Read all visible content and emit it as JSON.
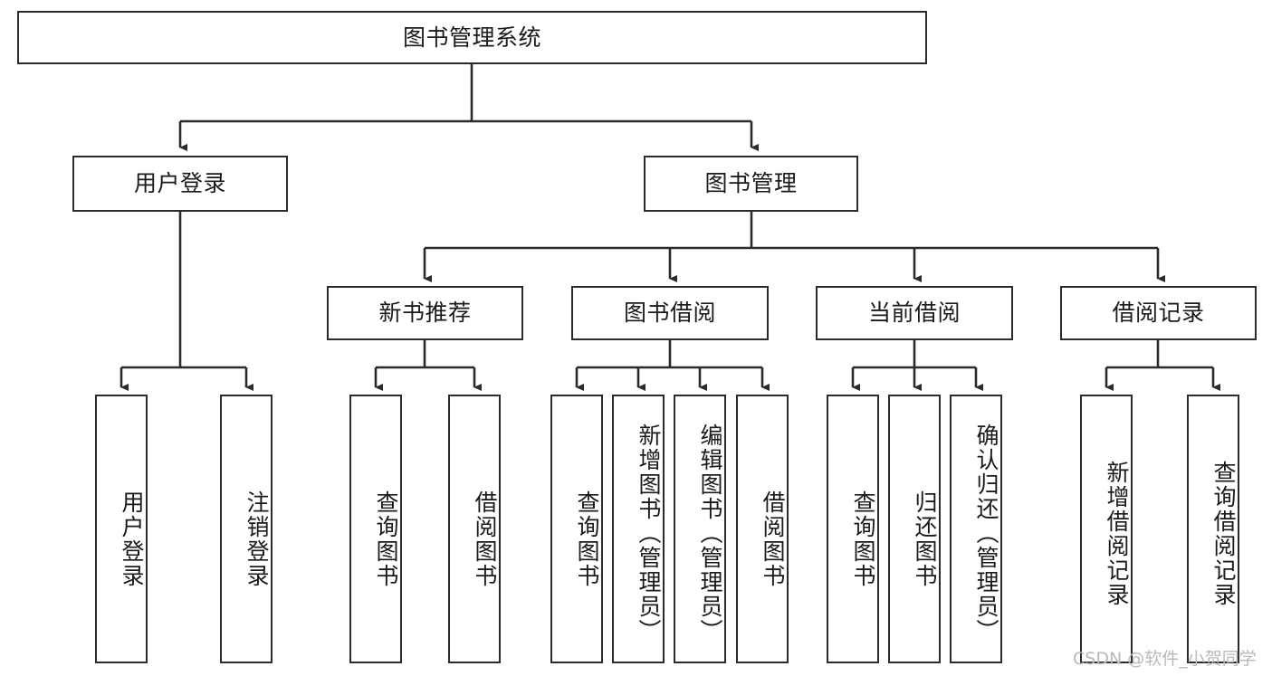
{
  "diagram": {
    "title_node": {
      "label": "图书管理系统"
    },
    "level2": [
      {
        "label": "用户登录"
      },
      {
        "label": "图书管理"
      }
    ],
    "level3": [
      {
        "label": "新书推荐"
      },
      {
        "label": "图书借阅"
      },
      {
        "label": "当前借阅"
      },
      {
        "label": "借阅记录"
      }
    ],
    "leaves": {
      "user_login": [
        {
          "label": "用户登录"
        },
        {
          "label": "注销登录"
        }
      ],
      "new_book_recommend": [
        {
          "label": "查询图书"
        },
        {
          "label": "借阅图书"
        }
      ],
      "book_borrow": [
        {
          "label": "查询图书"
        },
        {
          "label": "新增图书（管理员）"
        },
        {
          "label": "编辑图书（管理员）"
        },
        {
          "label": "借阅图书"
        }
      ],
      "current_borrow": [
        {
          "label": "查询图书"
        },
        {
          "label": "归还图书"
        },
        {
          "label": "确认归还（管理员）"
        }
      ],
      "borrow_record": [
        {
          "label": "新增借阅记录"
        },
        {
          "label": "查询借阅记录"
        }
      ]
    },
    "colors": {
      "stroke": "#2b2b2b",
      "fill": "#ffffff",
      "text": "#1a1a1a",
      "watermark": "#b9b9b9"
    }
  },
  "watermark": {
    "text": "CSDN @软件_小贺同学"
  }
}
